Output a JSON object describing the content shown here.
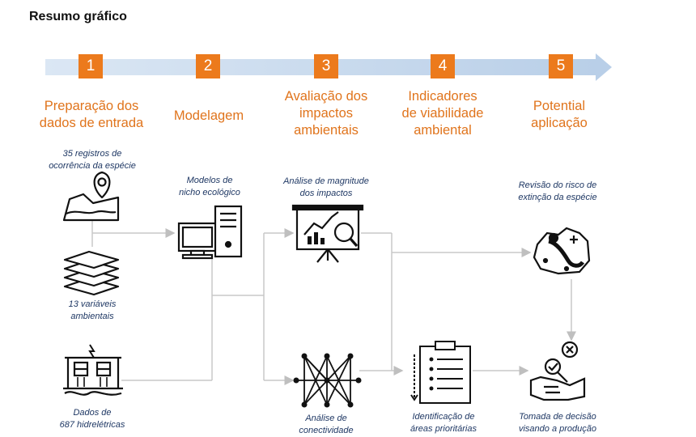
{
  "title": "Resumo gráfico",
  "steps": [
    {
      "num": "1",
      "label": "Preparação dos\ndados de entrada"
    },
    {
      "num": "2",
      "label": "Modelagem"
    },
    {
      "num": "3",
      "label": "Avaliação dos\nimpactos\nambientais"
    },
    {
      "num": "4",
      "label": "Indicadores\nde viabilidade\nambiental"
    },
    {
      "num": "5",
      "label": "Potential\naplicação"
    }
  ],
  "captions": {
    "occurrences": "35 registros de\nocorrência da espécie",
    "variables": "13 variáveis\nambientais",
    "hydro": "Dados de\n687 hidrelétricas",
    "niche": "Modelos de\nnicho ecológico",
    "magnitude": "Análise de magnitude\ndos impactos",
    "connectivity": "Análise de\nconectividade",
    "priority": "Identificação de\náreas prioritárias",
    "risk": "Revisão do risco de\nextinção da espécie",
    "decision": "Tomada de decisão\nvisando a produção"
  },
  "colors": {
    "accent": "#ec7a1c",
    "step_text": "#e0741c",
    "arrow": "#c5d7ec",
    "caption": "#1f3864",
    "connector": "#c8c8c8"
  }
}
